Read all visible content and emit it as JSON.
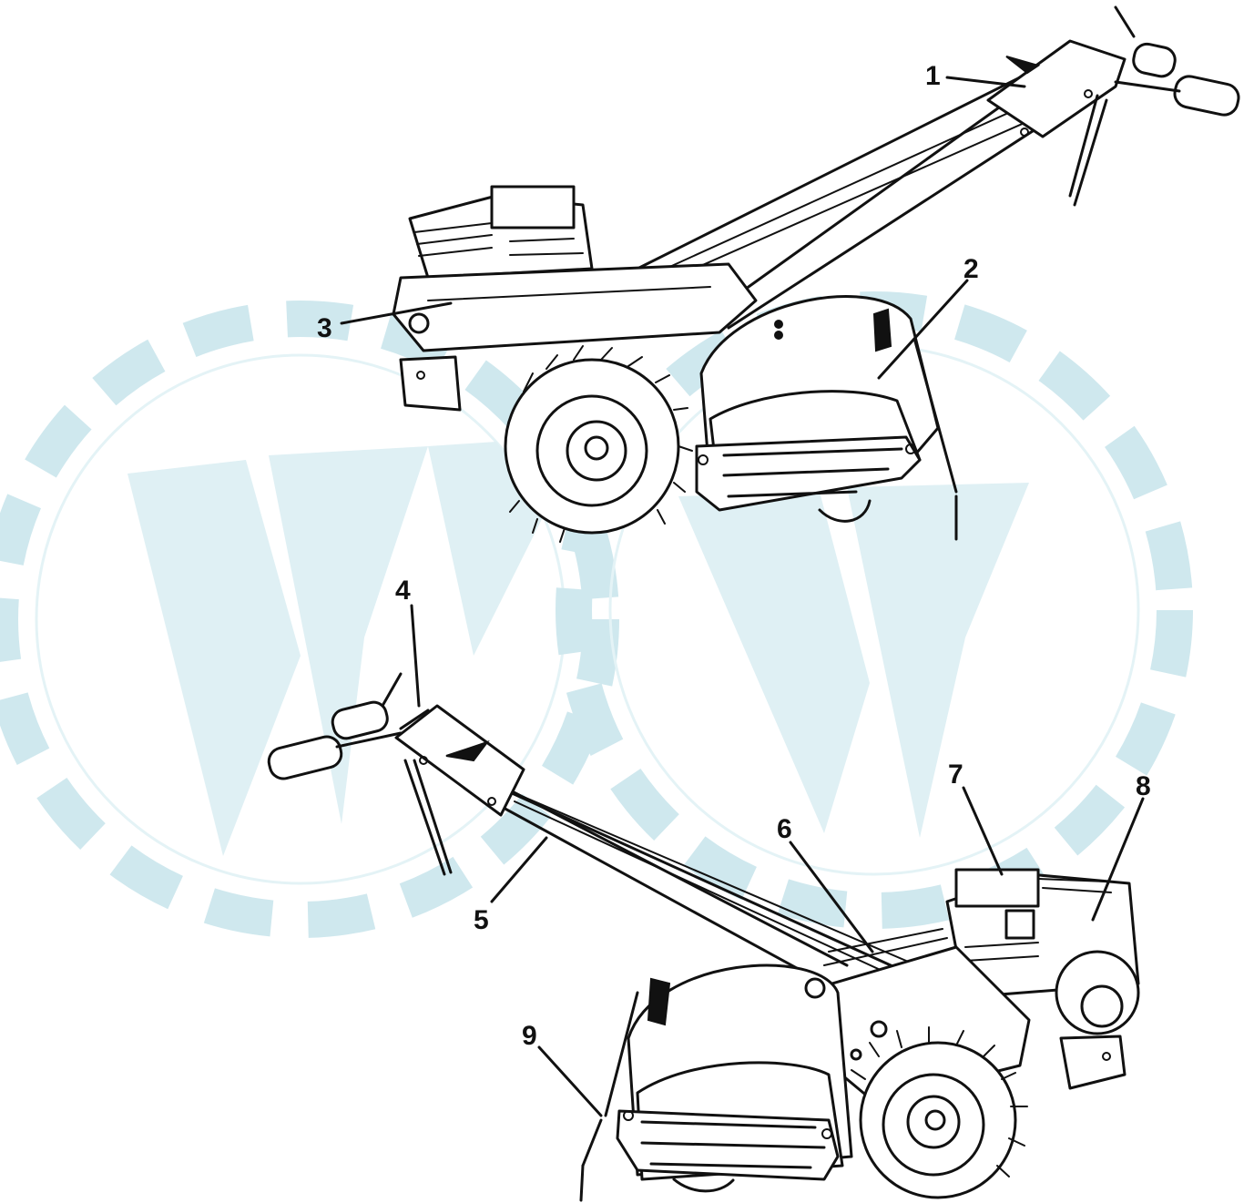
{
  "diagram": {
    "callouts": [
      {
        "id": "1",
        "label": "1"
      },
      {
        "id": "2",
        "label": "2"
      },
      {
        "id": "3",
        "label": "3"
      },
      {
        "id": "4",
        "label": "4"
      },
      {
        "id": "5",
        "label": "5"
      },
      {
        "id": "6",
        "label": "6"
      },
      {
        "id": "7",
        "label": "7"
      },
      {
        "id": "8",
        "label": "8"
      },
      {
        "id": "9",
        "label": "9"
      }
    ]
  },
  "colors": {
    "line": "#111111",
    "background": "#ffffff",
    "watermark": "#cfe8ee"
  }
}
